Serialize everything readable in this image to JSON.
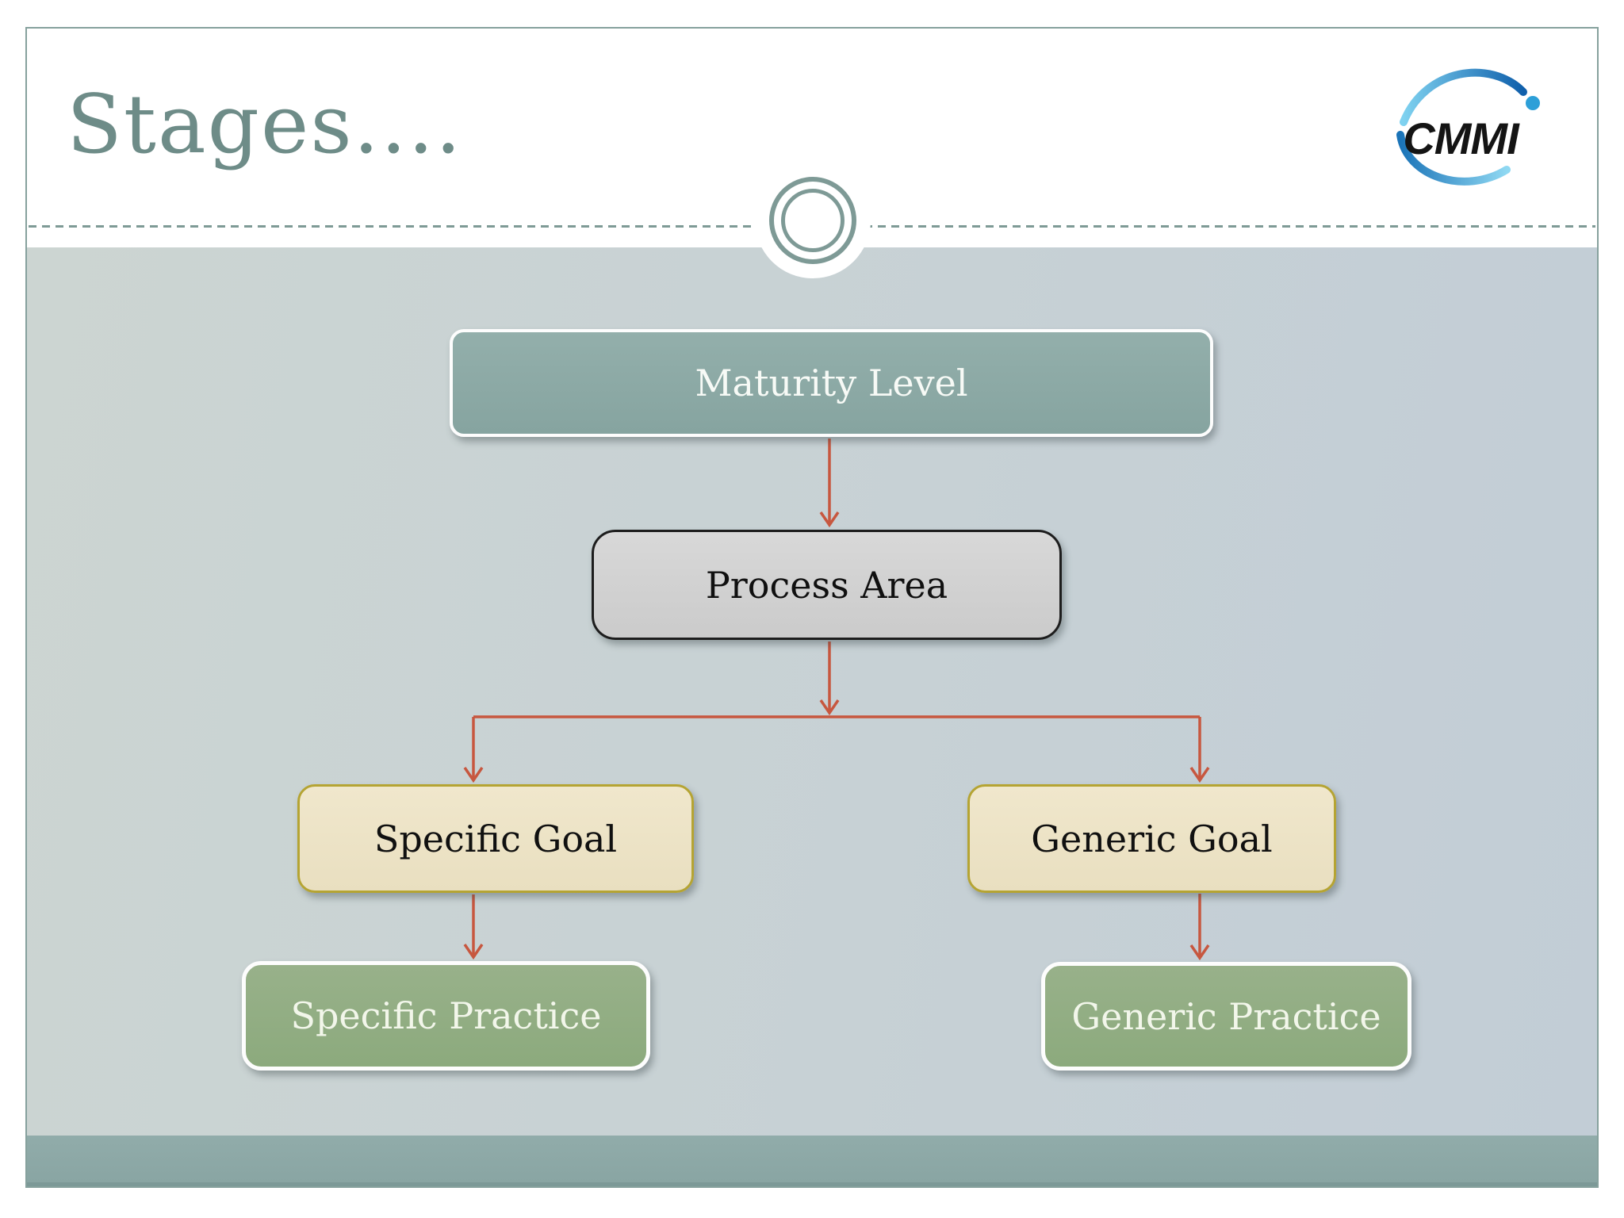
{
  "slide": {
    "title": "Stages....",
    "logo": {
      "text": "CMMI",
      "brand_blue": "#2d9fd8",
      "text_color": "#141414"
    },
    "decoration": {
      "divider_style": "dashed-line",
      "ornament": "double-ring-circle"
    },
    "colors": {
      "slide_border": "#86a19d",
      "title_text": "#6e8c88",
      "content_background": "#c7d1d5",
      "footer_bar": "#8ca7a5",
      "arrow": "#c7573f",
      "node_teal_fill": "#8caaa6",
      "node_gray_fill": "#d2d2d2",
      "node_cream_fill": "#ede3c6",
      "node_cream_border": "#b5a433",
      "node_green_fill": "#92ae84"
    },
    "diagram": {
      "nodes": [
        {
          "id": "maturity-level",
          "label": "Maturity Level",
          "style": "teal"
        },
        {
          "id": "process-area",
          "label": "Process Area",
          "style": "gray"
        },
        {
          "id": "specific-goal",
          "label": "Specific Goal",
          "style": "cream"
        },
        {
          "id": "generic-goal",
          "label": "Generic Goal",
          "style": "cream"
        },
        {
          "id": "specific-practice",
          "label": "Specific Practice",
          "style": "green"
        },
        {
          "id": "generic-practice",
          "label": "Generic Practice",
          "style": "green"
        }
      ],
      "edges": [
        {
          "from": "maturity-level",
          "to": "process-area"
        },
        {
          "from": "process-area",
          "to": "specific-goal"
        },
        {
          "from": "process-area",
          "to": "generic-goal"
        },
        {
          "from": "specific-goal",
          "to": "specific-practice"
        },
        {
          "from": "generic-goal",
          "to": "generic-practice"
        }
      ]
    }
  }
}
